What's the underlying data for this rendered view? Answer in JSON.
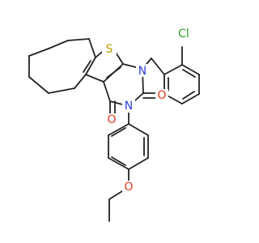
{
  "colors": {
    "bond": "#222222",
    "N": "#2f3fd8",
    "O": "#e03a1a",
    "S": "#b8a100",
    "Cl": "#2aa02a",
    "background": "#ffffff"
  },
  "atoms": {
    "S1": "S",
    "N1": "N",
    "N3": "N",
    "O_a": "O",
    "O_b": "O",
    "O_c": "O",
    "Cl": "Cl"
  }
}
